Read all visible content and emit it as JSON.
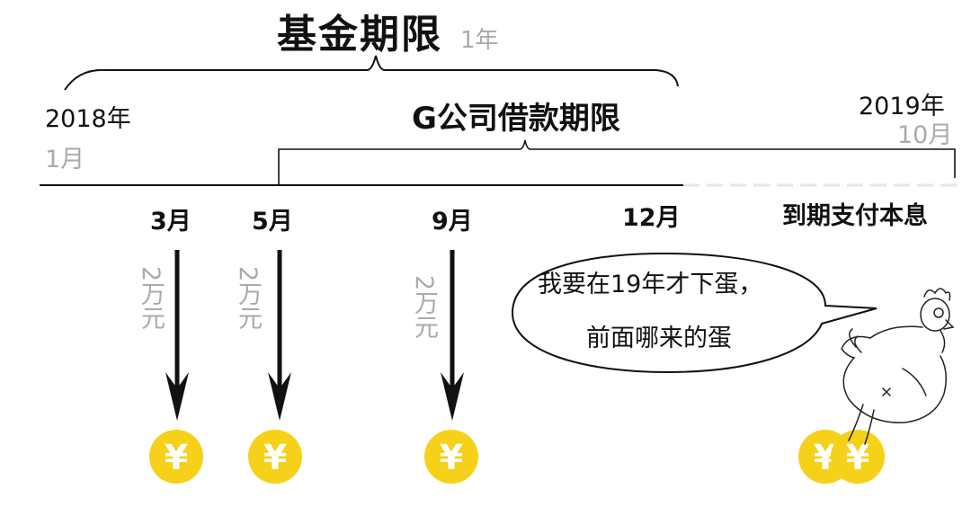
{
  "fund": {
    "title": "基金期限",
    "duration": "1年"
  },
  "timeline": {
    "start_year": "2018年",
    "start_month": "1月",
    "end_year": "2019年",
    "end_month": "10月",
    "loan_title": "G公司借款期限",
    "due_label": "到期支付本息"
  },
  "payments": [
    {
      "month": "3月",
      "amount": "2万元"
    },
    {
      "month": "5月",
      "amount": "2万元"
    },
    {
      "month": "9月",
      "amount": "2万元"
    }
  ],
  "marker_12": "12月",
  "speech": {
    "line1": "我要在19年才下蛋，",
    "line2": "前面哪来的蛋"
  },
  "coin_symbol": "¥",
  "colors": {
    "coin": "#f6d11a",
    "muted": "#aaaaaa",
    "ink": "#111111"
  },
  "icons": [
    "yuan-coin-icon",
    "hen-icon",
    "speech-bubble"
  ]
}
